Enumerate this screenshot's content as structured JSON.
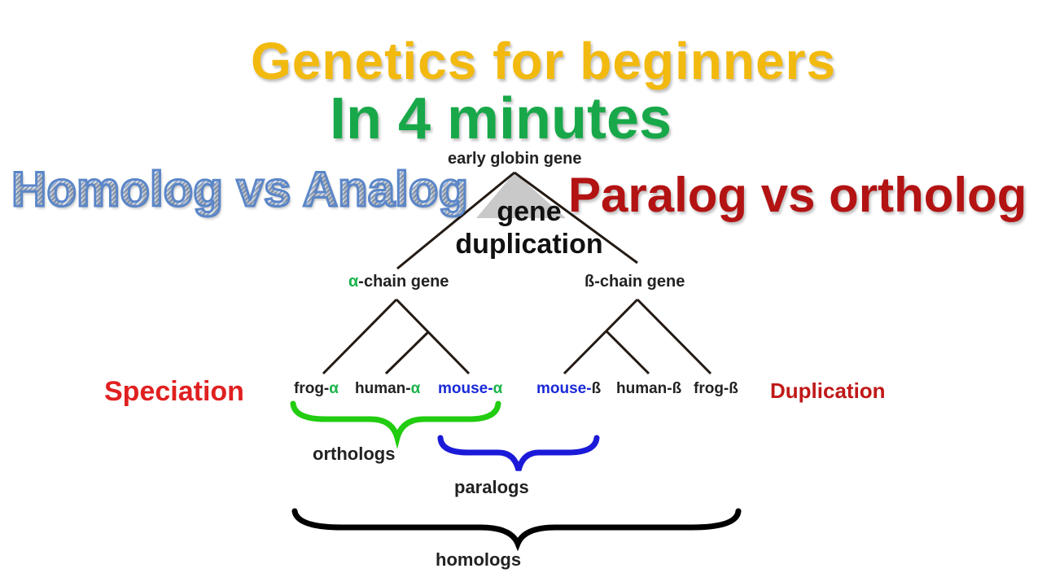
{
  "title": "Genetics for beginners",
  "subtitle": "In 4 minutes",
  "left_heading": "Homolog vs Analog",
  "right_heading": "Paralog vs ortholog",
  "side_left": "Speciation",
  "side_right": "Duplication",
  "tree": {
    "root": "early globin gene",
    "event_line1": "gene",
    "event_line2": "duplication",
    "alpha_symbol": "α",
    "alpha_rest": "-chain gene",
    "beta_label": "ß-chain gene",
    "leaves": [
      {
        "prefix": "frog-",
        "suffix": "α"
      },
      {
        "prefix": "human-",
        "suffix": "α"
      },
      {
        "prefix": "mouse-",
        "suffix": "α"
      },
      {
        "prefix": "mouse-",
        "suffix": "ß"
      },
      {
        "prefix": "human-ß",
        "suffix": ""
      },
      {
        "prefix": "frog-ß",
        "suffix": ""
      }
    ]
  },
  "groups": {
    "orthologs": "orthologs",
    "paralogs": "paralogs",
    "homologs": "homologs"
  },
  "colors": {
    "title": "#f2b90f",
    "subtitle": "#18a84a",
    "homolog": "#5b86c8",
    "paralog": "#b31313",
    "ortholog_brace": "#22cc11",
    "paralog_brace": "#1a1ad8",
    "homolog_brace": "#000000"
  }
}
